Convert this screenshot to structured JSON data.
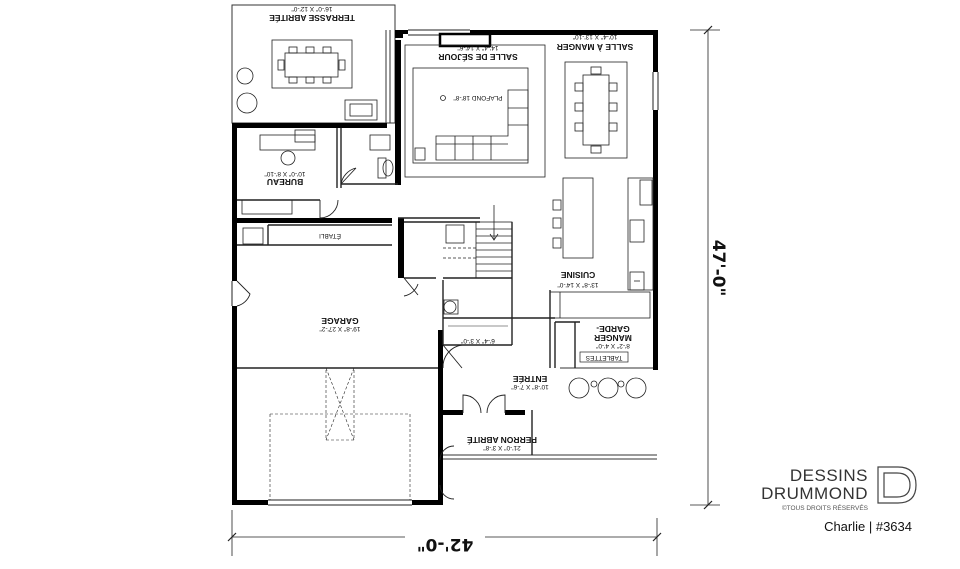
{
  "rooms": {
    "terrasse": {
      "name": "TERRASSE ABRITÉE",
      "dim": "16'-0\" X 12'-0\""
    },
    "sejour": {
      "name": "SALLE DE SÉJOUR",
      "dim": "14'-4\" X 14'-6\""
    },
    "plafond": {
      "text": "PLAFOND 18'-8\""
    },
    "manger": {
      "name": "SALLE À MANGER",
      "dim": "10'-4\" X 13'-10\""
    },
    "bureau": {
      "name": "BUREAU",
      "dim": "10'-0\" X 8'-10\""
    },
    "etabli": {
      "text": "ÉTABLI"
    },
    "cuisine": {
      "name": "CUISINE",
      "dim": "13'-8\" X 14'-0\""
    },
    "garage": {
      "name": "GARAGE",
      "dim": "19'-8\" X 27'-2\""
    },
    "garde_manger": {
      "name1": "GARDE-",
      "name2": "MANGER",
      "dim": "8'-2\" X 4'-0\""
    },
    "tablettes": {
      "text": "TABLETTES"
    },
    "closet": {
      "dim": "6'-4\" X 3'-0\""
    },
    "entree": {
      "name": "ENTRÉE",
      "dim": "10'-8\" X 7'-6\""
    },
    "perron": {
      "name": "PERRON ABRITÉ",
      "dim": "21'-0\" X 3'-8\""
    }
  },
  "dimensions": {
    "width": "42'-0\"",
    "depth": "47'-0\""
  },
  "brand": {
    "line1": "DESSINS",
    "line2": "DRUMMOND",
    "rights": "©TOUS DROITS RÉSERVÉS",
    "model": "Charlie  |  #3634"
  }
}
